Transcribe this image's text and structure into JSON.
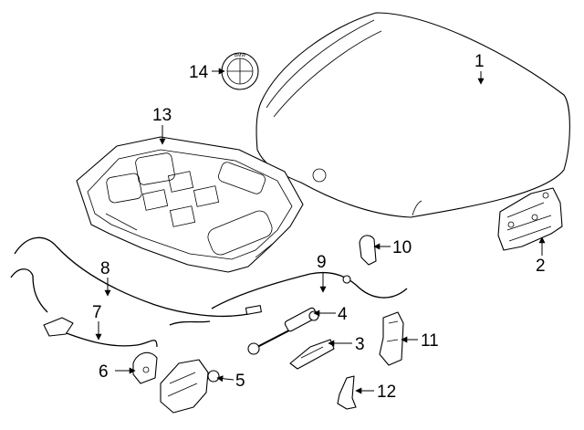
{
  "emblem": {
    "text": "BMW"
  },
  "callouts": [
    {
      "id": "c1",
      "label": "1"
    },
    {
      "id": "c2",
      "label": "2"
    },
    {
      "id": "c3",
      "label": "3"
    },
    {
      "id": "c4",
      "label": "4"
    },
    {
      "id": "c5",
      "label": "5"
    },
    {
      "id": "c6",
      "label": "6"
    },
    {
      "id": "c7",
      "label": "7"
    },
    {
      "id": "c8",
      "label": "8"
    },
    {
      "id": "c9",
      "label": "9"
    },
    {
      "id": "c10",
      "label": "10"
    },
    {
      "id": "c11",
      "label": "11"
    },
    {
      "id": "c12",
      "label": "12"
    },
    {
      "id": "c13",
      "label": "13"
    },
    {
      "id": "c14",
      "label": "14"
    }
  ]
}
